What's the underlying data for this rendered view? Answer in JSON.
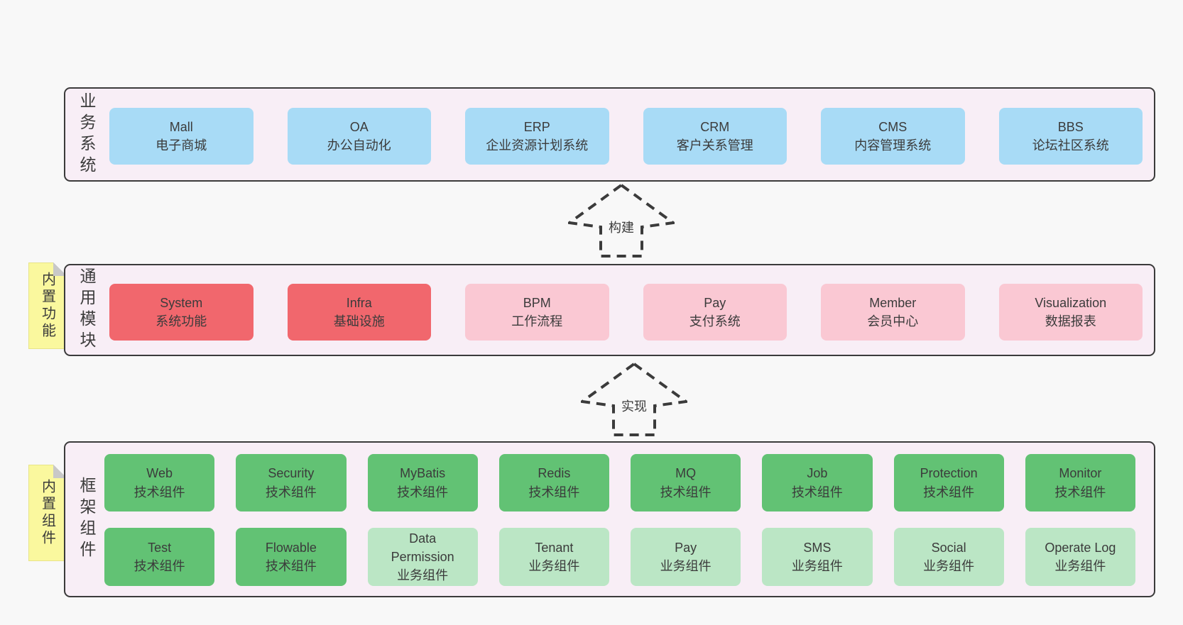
{
  "colors": {
    "page_bg": "#f8f8f8",
    "band_bg": "#f8eef6",
    "band_border": "#3b3b3b",
    "blue_box": "#a8dbf6",
    "red_box": "#f1676d",
    "pink_box": "#fac8d3",
    "green_box": "#62c274",
    "light_green_box": "#bbe6c5",
    "sticky_note": "#faf89e",
    "note_fold": "#c8c8c8",
    "text": "#3b3b3b"
  },
  "arrows": [
    {
      "label": "构建"
    },
    {
      "label": "实现"
    }
  ],
  "bands": [
    {
      "side_label": "业务系统",
      "items": [
        {
          "name": "Mall",
          "desc": "电子商城"
        },
        {
          "name": "OA",
          "desc": "办公自动化"
        },
        {
          "name": "ERP",
          "desc": "企业资源计划系统"
        },
        {
          "name": "CRM",
          "desc": "客户关系管理"
        },
        {
          "name": "CMS",
          "desc": "内容管理系统"
        },
        {
          "name": "BBS",
          "desc": "论坛社区系统"
        }
      ]
    },
    {
      "side_label": "通用模块",
      "sticky_note": "内置功能",
      "items": [
        {
          "name": "System",
          "desc": "系统功能"
        },
        {
          "name": "Infra",
          "desc": "基础设施"
        },
        {
          "name": "BPM",
          "desc": "工作流程"
        },
        {
          "name": "Pay",
          "desc": "支付系统"
        },
        {
          "name": "Member",
          "desc": "会员中心"
        },
        {
          "name": "Visualization",
          "desc": "数据报表"
        }
      ]
    },
    {
      "side_label": "框架组件",
      "sticky_note": "内置组件",
      "rows": [
        [
          {
            "name": "Web",
            "desc": "技术组件"
          },
          {
            "name": "Security",
            "desc": "技术组件"
          },
          {
            "name": "MyBatis",
            "desc": "技术组件"
          },
          {
            "name": "Redis",
            "desc": "技术组件"
          },
          {
            "name": "MQ",
            "desc": "技术组件"
          },
          {
            "name": "Job",
            "desc": "技术组件"
          },
          {
            "name": "Protection",
            "desc": "技术组件"
          },
          {
            "name": "Monitor",
            "desc": "技术组件"
          }
        ],
        [
          {
            "name": "Test",
            "desc": "技术组件"
          },
          {
            "name": "Flowable",
            "desc": "技术组件"
          },
          {
            "name": "Data Permission",
            "desc": "业务组件"
          },
          {
            "name": "Tenant",
            "desc": "业务组件"
          },
          {
            "name": "Pay",
            "desc": "业务组件"
          },
          {
            "name": "SMS",
            "desc": "业务组件"
          },
          {
            "name": "Social",
            "desc": "业务组件"
          },
          {
            "name": "Operate Log",
            "desc": "业务组件"
          }
        ]
      ]
    }
  ]
}
